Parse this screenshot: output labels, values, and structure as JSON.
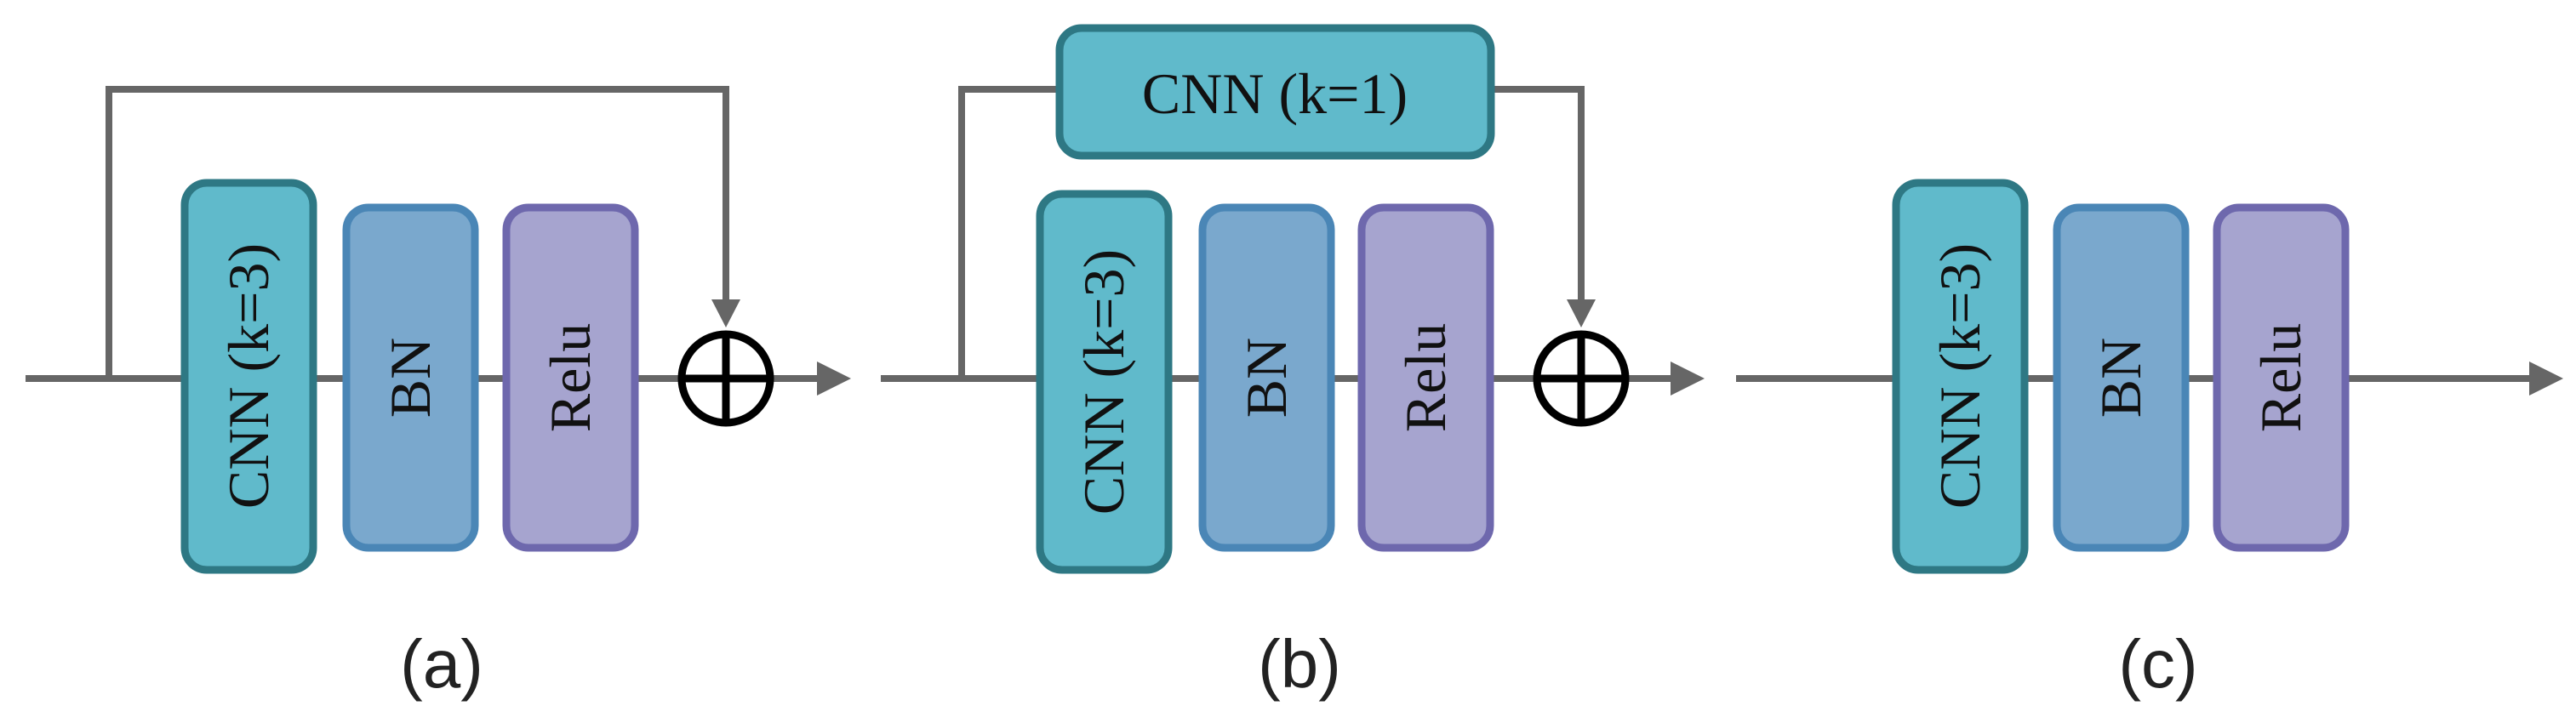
{
  "panels": {
    "a": {
      "blocks": {
        "cnn": "CNN (k=3)",
        "bn": "BN",
        "relu": "Relu"
      },
      "caption": "(a)"
    },
    "b": {
      "blocks": {
        "cnn": "CNN (k=3)",
        "bn": "BN",
        "relu": "Relu",
        "shortcut": "CNN (k=1)"
      },
      "caption": "(b)"
    },
    "c": {
      "blocks": {
        "cnn": "CNN (k=3)",
        "bn": "BN",
        "relu": "Relu"
      },
      "caption": "(c)"
    }
  },
  "colors": {
    "cnn_fill": "#60bacb",
    "cnn_stroke": "#2e7884",
    "bn_fill": "#7aa8cd",
    "bn_stroke": "#4a86b6",
    "relu_fill": "#a6a4cf",
    "relu_stroke": "#6e68ad",
    "line": "#666666"
  }
}
